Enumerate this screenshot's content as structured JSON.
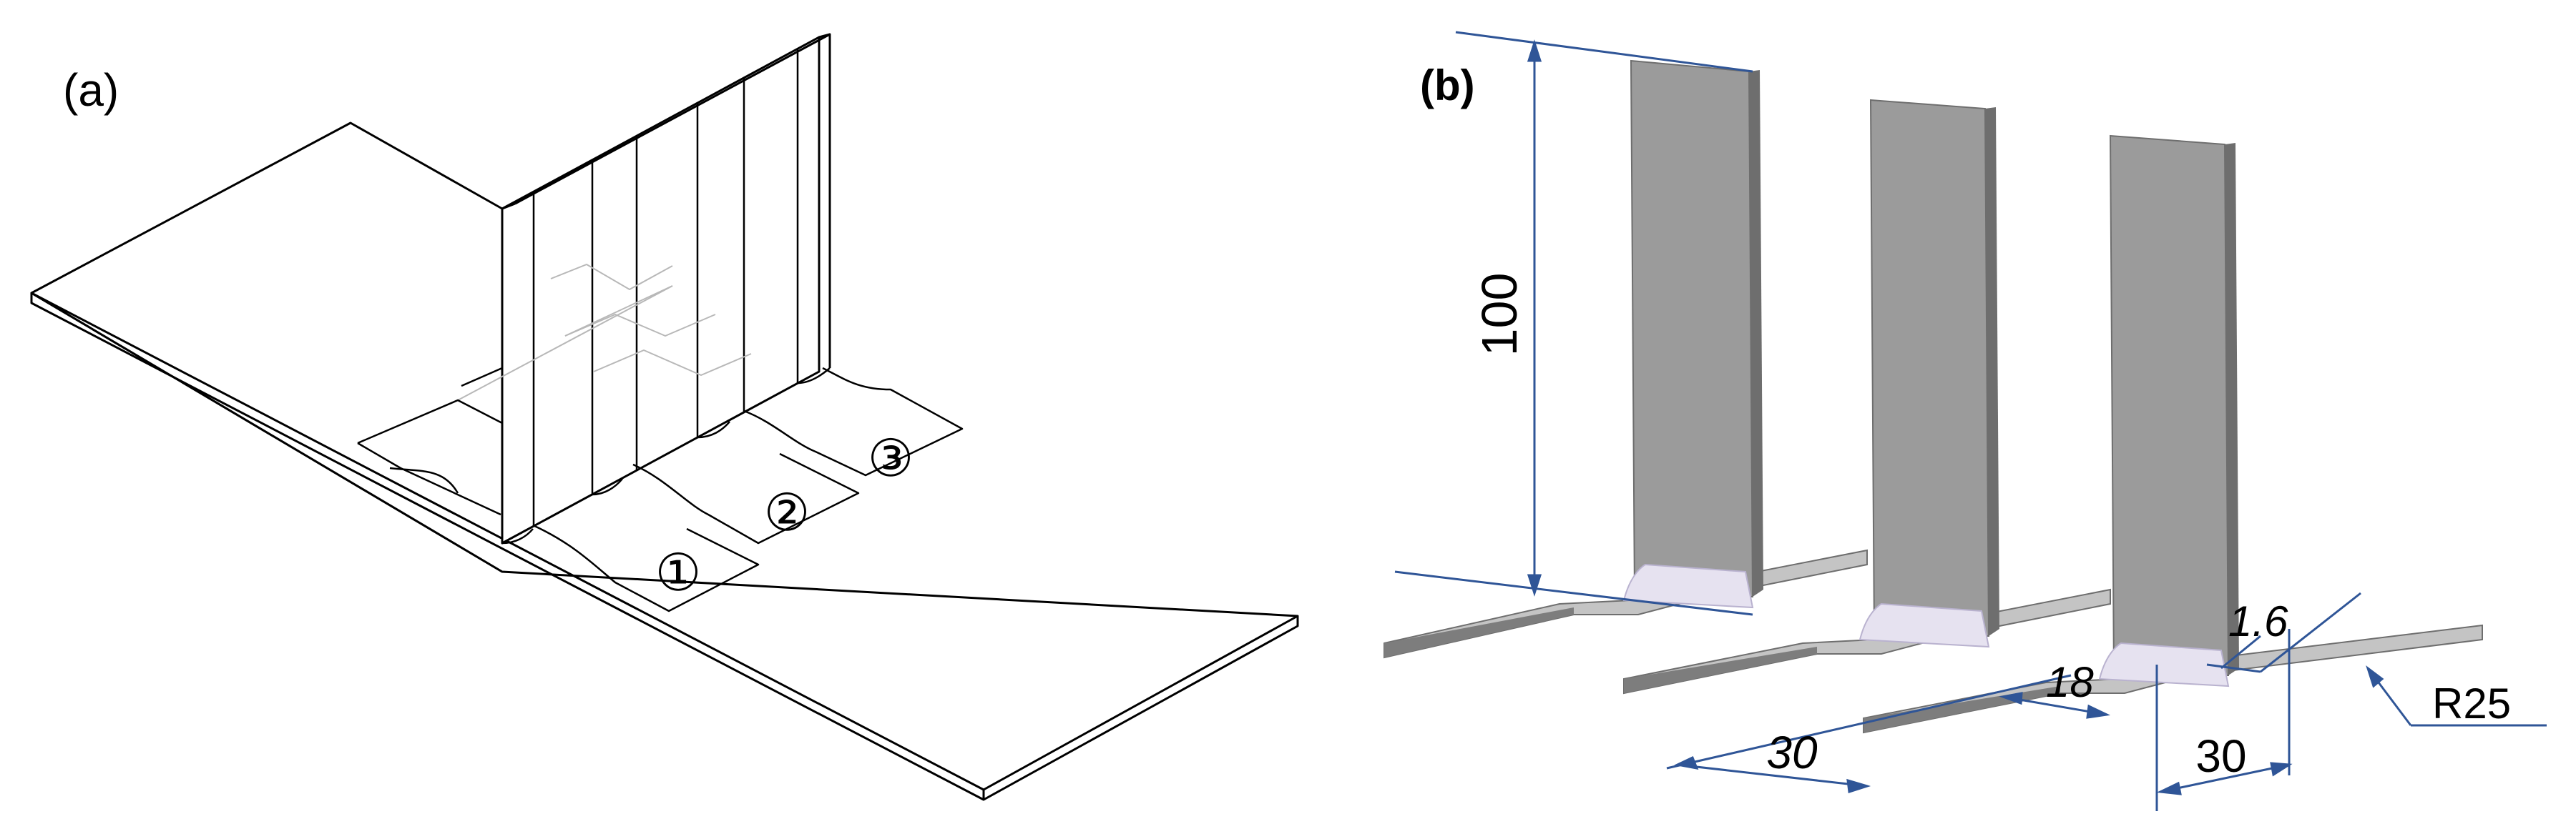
{
  "figure": {
    "panel_a": {
      "label": "(a)",
      "callouts": [
        "①",
        "②",
        "③"
      ]
    },
    "panel_b": {
      "label": "(b)",
      "dimensions": {
        "height": "100",
        "thickness": "1.6",
        "gauge_width": "18",
        "specimen_width": "30",
        "end_width": "30",
        "radius": "R25"
      }
    },
    "colors": {
      "line": "#000000",
      "dimension": "#2f5597",
      "rib_face": "#9b9b9b",
      "rib_edge": "#6e6e6e",
      "plate_top": "#c4c4c4",
      "plate_side": "#7d7d7d",
      "weld": "#e6e2f0"
    }
  }
}
